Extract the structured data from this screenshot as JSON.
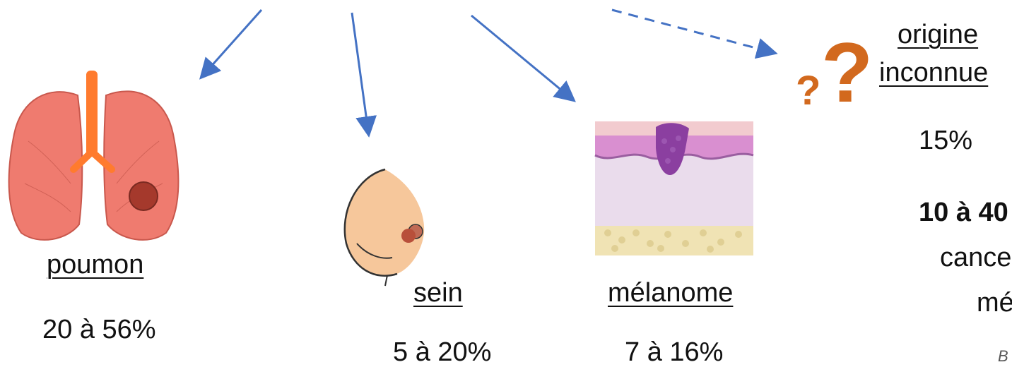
{
  "organs": [
    {
      "label": "poumon",
      "range": "20 à 56%"
    },
    {
      "label": "sein",
      "range": "5 à 20%"
    },
    {
      "label": "mélanome",
      "range": "7 à 16%"
    }
  ],
  "unknown": {
    "label_line1": "origine",
    "label_line2": "inconnue",
    "value": "15%"
  },
  "partial_text": {
    "line1": "10 à 40",
    "line2": "cance",
    "line3": "mé",
    "footer": "B"
  },
  "colors": {
    "arrow": "#4472c4",
    "question_mark": "#d2691e",
    "lung": "#ef7b6f",
    "breast": "#f6c79b",
    "skin_top": "#d98fd0",
    "skin_dermis": "#eadcec",
    "fat": "#f0e3b4"
  },
  "icons": [
    "lungs-icon",
    "breast-icon",
    "skin-melanoma-icon",
    "question-mark-icon"
  ]
}
